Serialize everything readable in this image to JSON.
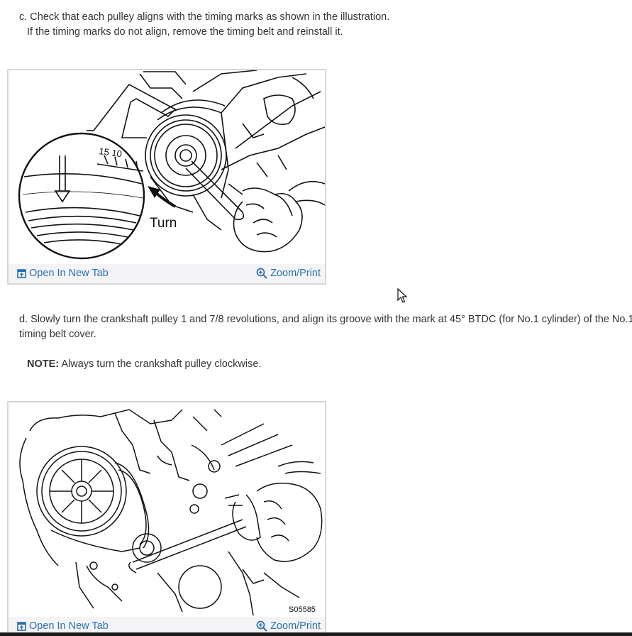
{
  "step_c": {
    "line1": "c. Check that each pulley aligns with the timing marks as shown in the illustration.",
    "line2": "If the timing marks do not align, remove the timing belt and reinstall it."
  },
  "figure1": {
    "turn_label": "Turn",
    "mark_label": "15 10",
    "open_tab": "Open In New Tab",
    "zoom_print": "Zoom/Print"
  },
  "step_d": {
    "text": "d. Slowly turn the crankshaft pulley 1 and 7/8 revolutions, and align its groove with the mark at 45° BTDC (for No.1 cylinder) of the No.1 timing belt cover."
  },
  "note": {
    "label": "NOTE:",
    "text": "Always turn the crankshaft pulley clockwise."
  },
  "figure2": {
    "code_label": "S05585",
    "open_tab": "Open In New Tab",
    "zoom_print": "Zoom/Print"
  },
  "icons": {
    "open_tab_icon": "open-new-tab-icon",
    "zoom_icon": "magnifier-plus-icon",
    "cursor_icon": "mouse-pointer-icon"
  },
  "colors": {
    "link": "#2a6fb2",
    "text": "#333333",
    "bar_bg": "#f4f4f6",
    "border": "#d6d6d6"
  }
}
